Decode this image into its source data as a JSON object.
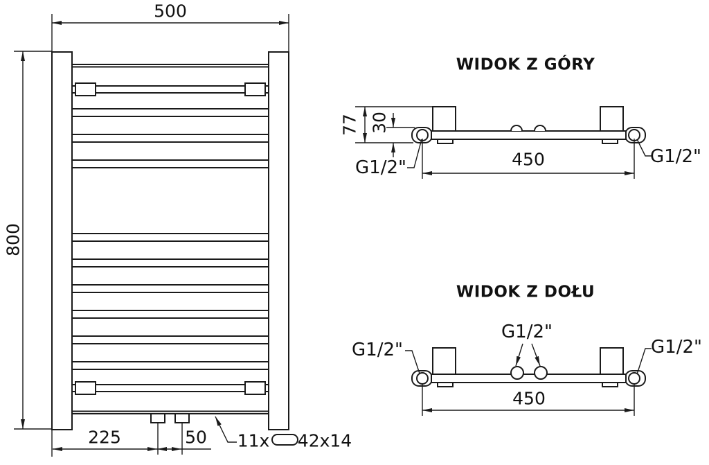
{
  "colors": {
    "line": "#1a1a1a",
    "background": "#ffffff"
  },
  "front_view": {
    "width": "500",
    "height": "800",
    "inlet_offset": "225",
    "inlet_spacing": "50",
    "bar_count": "11x",
    "bar_profile": "42x14"
  },
  "top_view": {
    "title": "WIDOK Z GÓRY",
    "total_depth": "77",
    "collector_depth": "30",
    "connection_spacing": "450",
    "left_connection": "G1/2\"",
    "right_connection": "G1/2\""
  },
  "bottom_view": {
    "title": "WIDOK Z DOŁU",
    "connection_spacing": "450",
    "left_connection": "G1/2\"",
    "center_connection": "G1/2\"",
    "right_connection": "G1/2\""
  }
}
